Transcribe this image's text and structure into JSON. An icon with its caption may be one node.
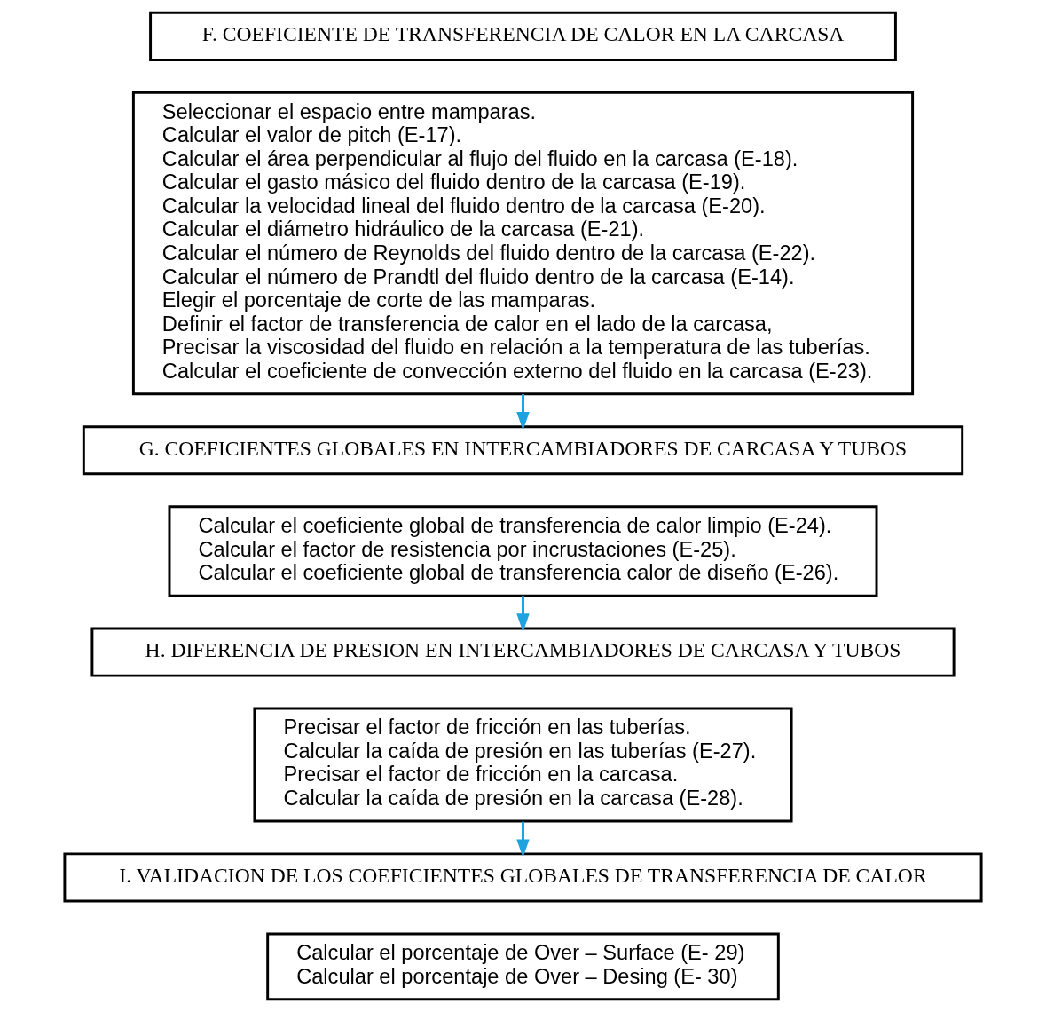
{
  "diagram": {
    "nodes": [
      {
        "text": [
          "F. COEFICIENTE DE TRANSFERENCIA DE CALOR EN LA CARCASA"
        ]
      },
      {
        "text": [
          "Seleccionar el espacio entre mamparas.",
          "Calcular el valor de pitch (E-17).",
          "Calcular el área perpendicular al flujo del fluido en la carcasa (E-18).",
          "Calcular el gasto másico del fluido dentro de la carcasa (E-19).",
          "Calcular la velocidad lineal del fluido dentro de la carcasa (E-20).",
          "Calcular el diámetro hidráulico de la carcasa (E-21).",
          "Calcular el número de Reynolds del fluido dentro de la carcasa (E-22).",
          "Calcular el número de Prandtl del fluido dentro de la carcasa (E-14).",
          "Elegir el porcentaje de corte de las mamparas.",
          "Definir el factor de transferencia de calor en el lado de la carcasa,",
          "Precisar la viscosidad del fluido en relación a la temperatura de las tuberías.",
          "Calcular el coeficiente de convección externo del fluido en la carcasa (E-23)."
        ]
      },
      {
        "text": [
          "G. COEFICIENTES GLOBALES EN INTERCAMBIADORES DE CARCASA Y TUBOS"
        ]
      },
      {
        "text": [
          "Calcular el coeficiente global de transferencia de calor limpio (E-24).",
          "Calcular el factor de resistencia por incrustaciones (E-25).",
          "Calcular el coeficiente global de transferencia calor de diseño (E-26)."
        ]
      },
      {
        "text": [
          "H. DIFERENCIA DE PRESION EN INTERCAMBIADORES DE CARCASA Y TUBOS"
        ]
      },
      {
        "text": [
          "Precisar el factor de fricción en las tuberías.",
          "Calcular la caída de presión en las tuberías (E-27).",
          "Precisar el factor de fricción en la carcasa.",
          "Calcular la caída de presión en la carcasa (E-28)."
        ]
      },
      {
        "text": [
          "I. VALIDACION DE LOS COEFICIENTES GLOBALES DE TRANSFERENCIA DE CALOR"
        ]
      },
      {
        "text": [
          "Calcular el porcentaje de Over – Surface (E- 29)",
          "Calcular el porcentaje de Over – Desing (E- 30)"
        ]
      }
    ],
    "edges": [
      {
        "from": 1,
        "to": 2,
        "arrow": "to"
      },
      {
        "from": 3,
        "to": 4,
        "arrow": "to"
      },
      {
        "from": 5,
        "to": 6,
        "arrow": "to"
      }
    ]
  }
}
